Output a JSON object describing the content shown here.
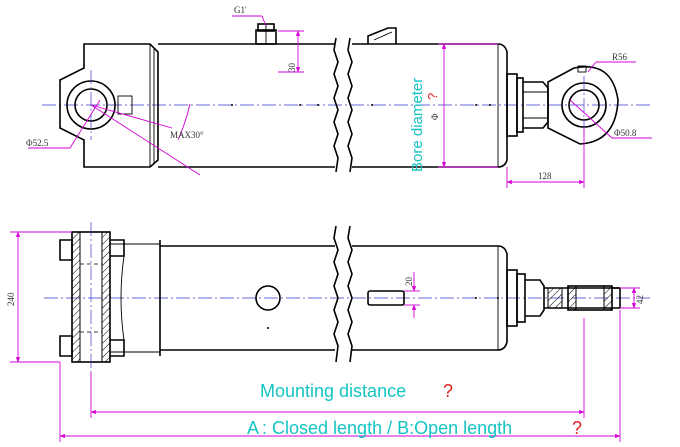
{
  "labels": {
    "port": "G1'",
    "port_height": "30",
    "rod_eye_radius": "R56",
    "rod_eye_dia": "Φ50.8",
    "base_eye_dia": "Φ52.5",
    "max_angle": "MAX30°",
    "rod_extension": "128",
    "bore_text": "Bore diameter",
    "bore_phi": "Φ",
    "bore_q": "?",
    "height": "240",
    "slot_width": "20",
    "rod_dia": "42"
  },
  "notes": {
    "mounting_distance": "Mounting distance",
    "mounting_q": "?",
    "length_a": "A",
    "length_text": ": Closed length / B:Open length",
    "length_q": "?"
  }
}
